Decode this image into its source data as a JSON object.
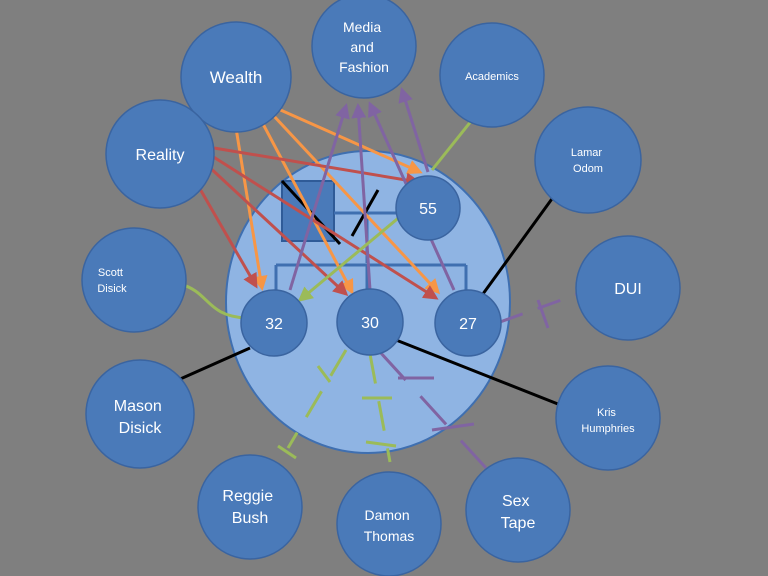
{
  "outer_nodes": {
    "media": [
      "Media",
      "and",
      "Fashion"
    ],
    "wealth": [
      "Wealth"
    ],
    "academics": [
      "Academics"
    ],
    "reality": [
      "Reality"
    ],
    "lamar": [
      "Lamar",
      "Odom"
    ],
    "scott": [
      "Scott",
      "Disick"
    ],
    "dui": [
      "DUI"
    ],
    "mason": [
      "Mason",
      "Disick"
    ],
    "kris": [
      "Kris",
      "Humphries"
    ],
    "reggie": [
      "Reggie",
      "Bush"
    ],
    "damon": [
      "Damon",
      "Thomas"
    ],
    "sextape": [
      "Sex",
      "Tape"
    ]
  },
  "inner_nodes": {
    "n55": "55",
    "n32": "32",
    "n30": "30",
    "n27": "27"
  },
  "colors": {
    "background": "#7f7f7f",
    "node": "#4a7ab9",
    "center": "#8fb4e3",
    "orange": "#f79646",
    "red": "#c0504d",
    "purple": "#8064a2",
    "green": "#9bbb59",
    "black": "#000000"
  }
}
